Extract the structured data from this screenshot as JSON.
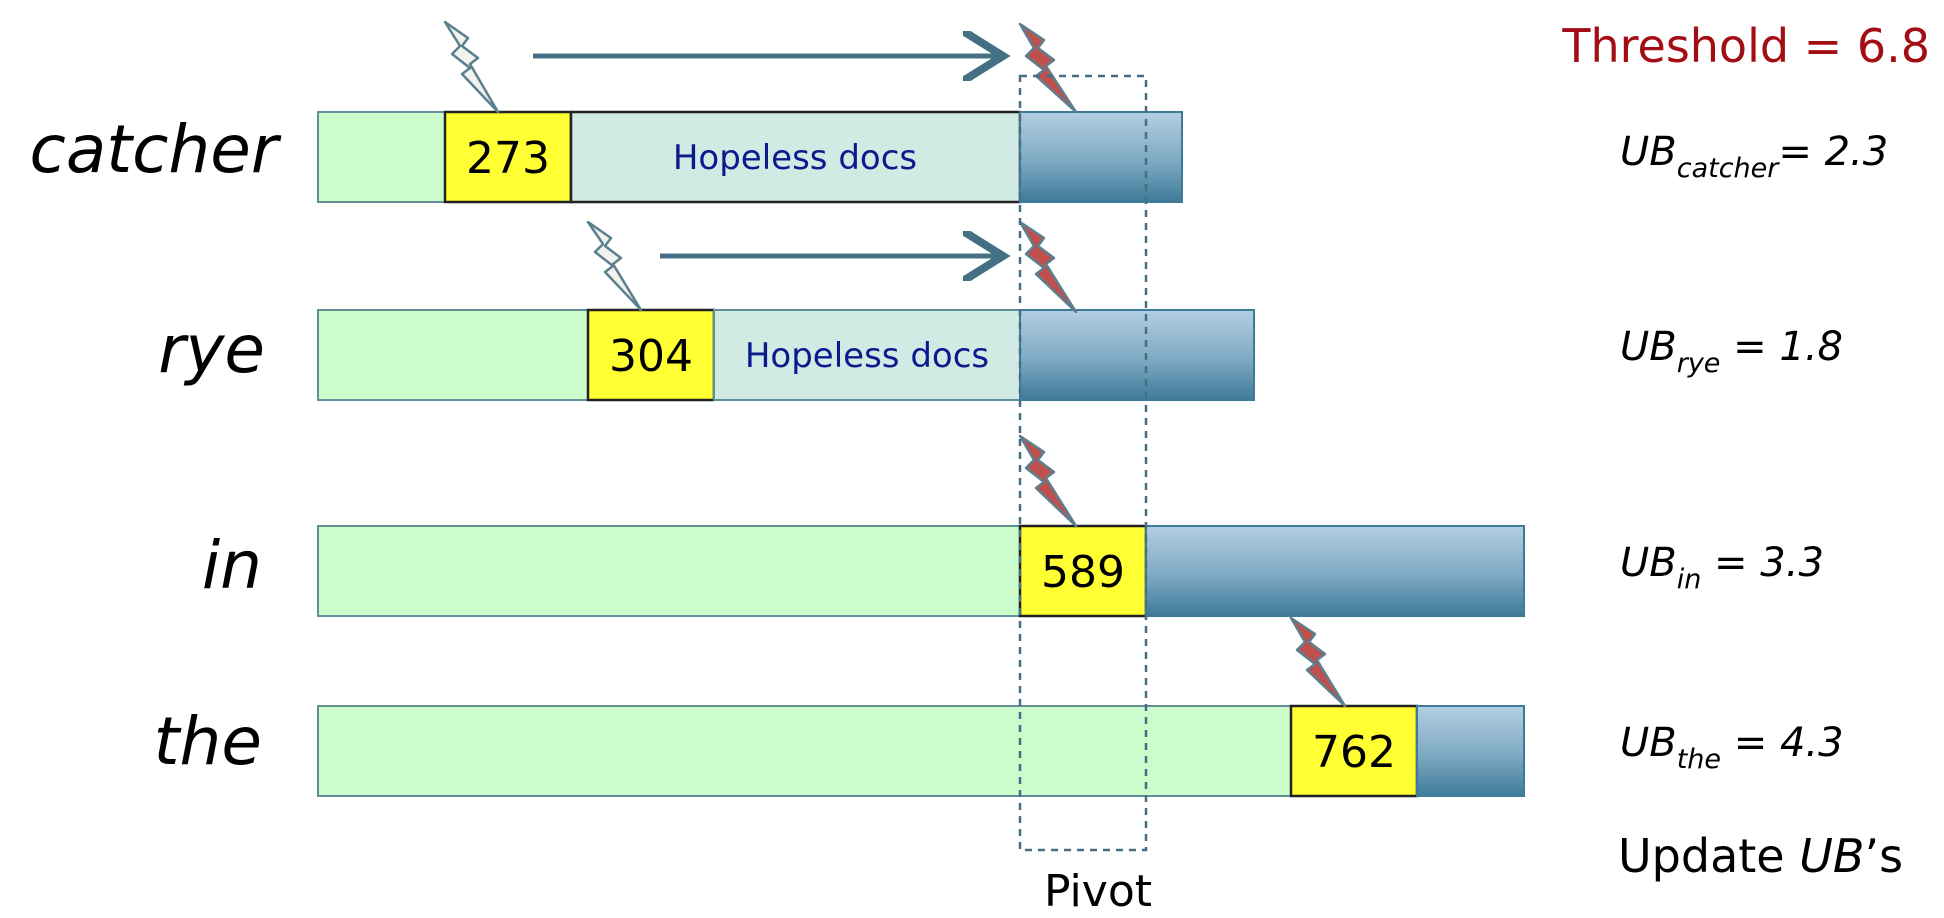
{
  "threshold": {
    "text": "Threshold = 6.8",
    "color": "#a30d14"
  },
  "pivot_label": "Pivot",
  "footer_note": {
    "prefix": "Update ",
    "ub": "UB",
    "suffix": "’s"
  },
  "terms": [
    {
      "word": "catcher",
      "doc": "273",
      "hopeless": "Hopeless docs",
      "ub_main": "UB",
      "ub_sub": "catcher",
      "ub_rest": "= 2.3",
      "pointer": "white"
    },
    {
      "word": "rye",
      "doc": "304",
      "hopeless": "Hopeless docs",
      "ub_main": "UB",
      "ub_sub": "rye",
      "ub_rest": " = 1.8",
      "pointer": "white"
    },
    {
      "word": "in",
      "doc": "589",
      "hopeless": "",
      "ub_main": "UB",
      "ub_sub": "in",
      "ub_rest": " = 3.3",
      "pointer": "red"
    },
    {
      "word": "the",
      "doc": "762",
      "hopeless": "",
      "ub_main": "UB",
      "ub_sub": "the",
      "ub_rest": " = 4.3",
      "pointer": "red"
    }
  ],
  "colors": {
    "green": "#ccfccc",
    "hopeless": "#d1eae3",
    "doc": "#ffff33",
    "blue_top": "#b3cfe2",
    "blue_bottom": "#3e7b98",
    "arrow": "#456f83",
    "bolt_red": "#c0504d",
    "hopeless_text": "#0a1a8f",
    "pivot_box": "#456f83"
  },
  "icons": {
    "pointer": "lightning-bolt-icon",
    "advance": "right-arrow-icon"
  }
}
